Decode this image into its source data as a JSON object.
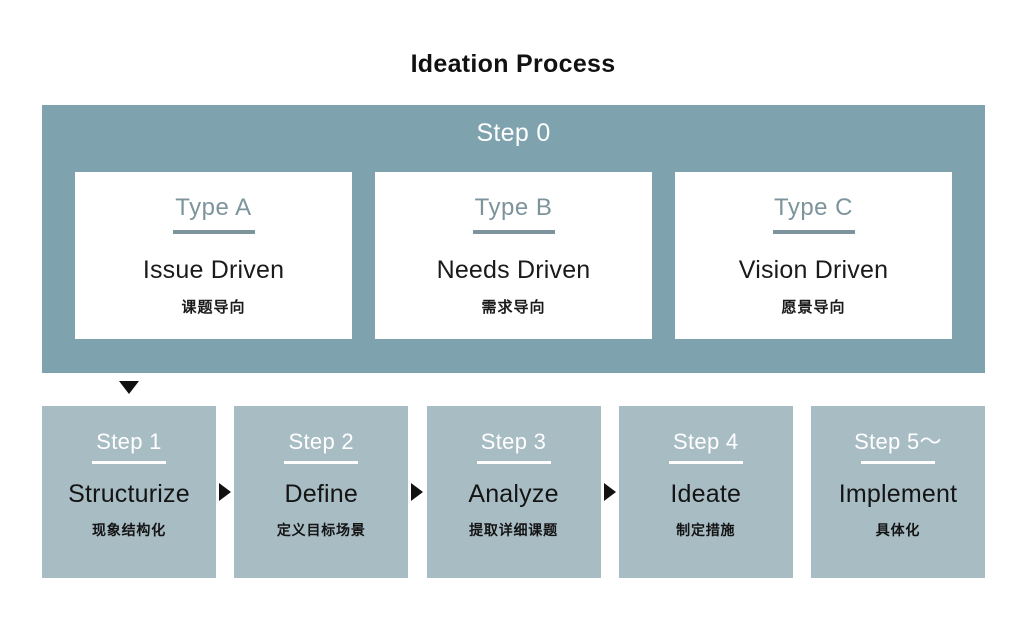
{
  "page": {
    "title": "Ideation Process",
    "colors": {
      "banner_bg": "#7fa3ae",
      "step_box_bg": "#a8bcc4",
      "card_bg": "#ffffff",
      "type_tag": "#7d949c",
      "text_dark": "#141414",
      "text_on_color": "#ffffff",
      "arrow": "#111111"
    }
  },
  "step0": {
    "label": "Step 0",
    "types": [
      {
        "tag": "Type A",
        "title": "Issue Driven",
        "subtitle": "课题导向"
      },
      {
        "tag": "Type B",
        "title": "Needs Driven",
        "subtitle": "需求导向"
      },
      {
        "tag": "Type C",
        "title": "Vision Driven",
        "subtitle": "愿景导向"
      }
    ]
  },
  "steps": [
    {
      "tag": "Step 1",
      "title": "Structurize",
      "subtitle": "现象结构化",
      "arrow_after": true
    },
    {
      "tag": "Step 2",
      "title": "Define",
      "subtitle": "定义目标场景",
      "arrow_after": true
    },
    {
      "tag": "Step 3",
      "title": "Analyze",
      "subtitle": "提取详细课题",
      "arrow_after": true
    },
    {
      "tag": "Step 4",
      "title": "Ideate",
      "subtitle": "制定措施",
      "arrow_after": false
    },
    {
      "tag": "Step 5〜",
      "title": "Implement",
      "subtitle": "具体化",
      "arrow_after": false
    }
  ],
  "icons": {
    "flow_down": "triangle-down-icon",
    "flow_right": "triangle-right-icon"
  }
}
